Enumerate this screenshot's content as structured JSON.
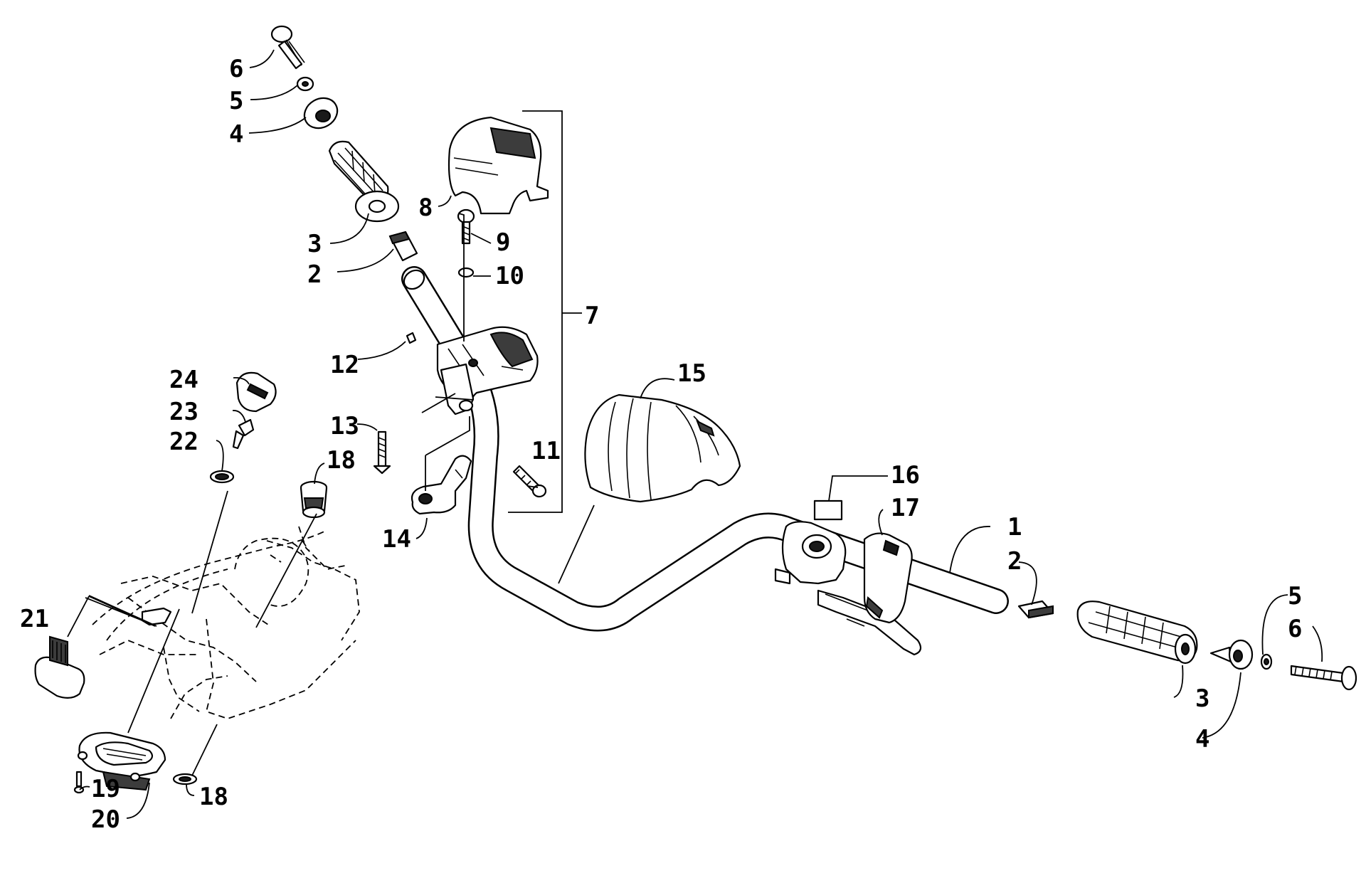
{
  "callouts": [
    {
      "id": "c6a",
      "number": "6"
    },
    {
      "id": "c5a",
      "number": "5"
    },
    {
      "id": "c4a",
      "number": "4"
    },
    {
      "id": "c8",
      "number": "8"
    },
    {
      "id": "c9",
      "number": "9"
    },
    {
      "id": "c3a",
      "number": "3"
    },
    {
      "id": "c2a",
      "number": "2"
    },
    {
      "id": "c10",
      "number": "10"
    },
    {
      "id": "c7",
      "number": "7"
    },
    {
      "id": "c12",
      "number": "12"
    },
    {
      "id": "c15",
      "number": "15"
    },
    {
      "id": "c24",
      "number": "24"
    },
    {
      "id": "c23",
      "number": "23"
    },
    {
      "id": "c13",
      "number": "13"
    },
    {
      "id": "c22",
      "number": "22"
    },
    {
      "id": "c18a",
      "number": "18"
    },
    {
      "id": "c11",
      "number": "11"
    },
    {
      "id": "c16",
      "number": "16"
    },
    {
      "id": "c17",
      "number": "17"
    },
    {
      "id": "c14",
      "number": "14"
    },
    {
      "id": "c1",
      "number": "1"
    },
    {
      "id": "c2b",
      "number": "2"
    },
    {
      "id": "c5b",
      "number": "5"
    },
    {
      "id": "c6b",
      "number": "6"
    },
    {
      "id": "c21",
      "number": "21"
    },
    {
      "id": "c3b",
      "number": "3"
    },
    {
      "id": "c4b",
      "number": "4"
    },
    {
      "id": "c19",
      "number": "19"
    },
    {
      "id": "c18b",
      "number": "18"
    },
    {
      "id": "c20",
      "number": "20"
    }
  ]
}
